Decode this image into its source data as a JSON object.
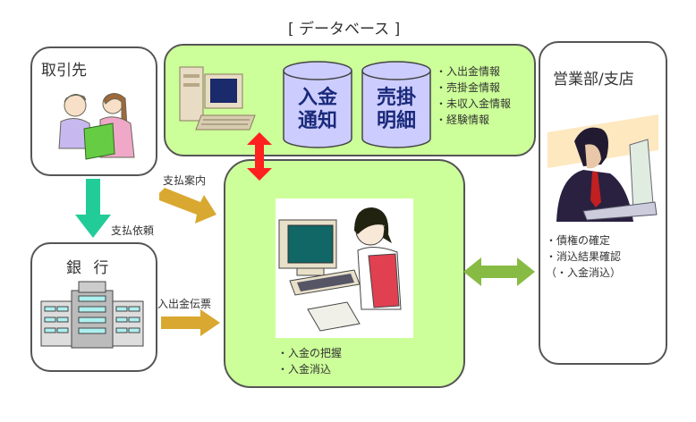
{
  "database": {
    "title": "[ データベース ]",
    "cylinders": [
      {
        "line1": "入金",
        "line2": "通知"
      },
      {
        "line1": "売掛",
        "line2": "明細"
      }
    ],
    "items": [
      "・入出金情報",
      "・売掛金情報",
      "・未収入金情報",
      "・経験情報"
    ]
  },
  "client": {
    "title": "取引先"
  },
  "bank": {
    "title": "銀 行"
  },
  "center": {
    "items": [
      "・入金の把握",
      "・入金消込"
    ]
  },
  "sales": {
    "title": "営業部/支店",
    "items": [
      "・債権の確定",
      "・消込結果確認",
      "（・入金消込）"
    ]
  },
  "arrows": {
    "payment_guide": "支払案内",
    "payment_request": "支払依頼",
    "deposit_slip": "入出金伝票"
  },
  "colors": {
    "box_green": "#ccff99",
    "cylinder_fill": "#ccccff",
    "arrow_red": "#ff2020",
    "arrow_teal": "#22cc99",
    "arrow_gold": "#d9a830",
    "arrow_olive": "#88bb44"
  }
}
